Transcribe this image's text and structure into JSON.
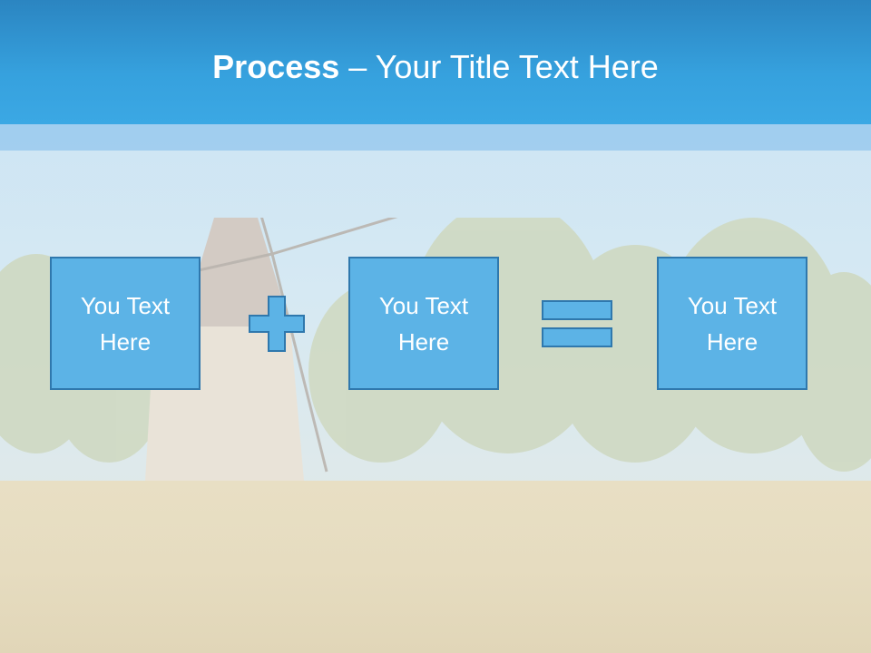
{
  "title": {
    "bold": "Process",
    "rest": " – Your Title Text Here"
  },
  "boxes": [
    {
      "text": "You Text\nHere"
    },
    {
      "text": "You Text\nHere"
    },
    {
      "text": "You Text\nHere"
    }
  ],
  "colors": {
    "header": "#36a1de",
    "box_fill": "#5cb3e6",
    "box_border": "#2f78ad"
  },
  "icons": {
    "operator_1": "plus-icon",
    "operator_2": "equals-icon"
  }
}
